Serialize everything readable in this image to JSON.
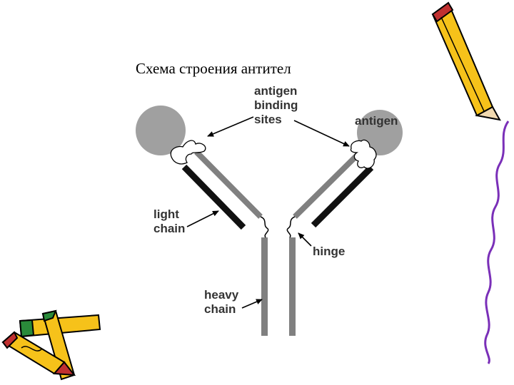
{
  "title": "Схема строения антител",
  "labels": {
    "antigen_binding_sites": [
      "antigen",
      "binding",
      "sites"
    ],
    "antigen": "antigen",
    "light_chain": [
      "light",
      "chain"
    ],
    "hinge": "hinge",
    "heavy_chain": [
      "heavy",
      "chain"
    ]
  },
  "colors": {
    "heavy_chain": "#808080",
    "light_chain": "#111111",
    "antigen": "#a0a0a0",
    "label_text": "#333333",
    "squiggle_border": "#7a2fb8"
  },
  "decorations": [
    "pencil-icon",
    "crossed-pencils-icon",
    "wavy-border"
  ]
}
